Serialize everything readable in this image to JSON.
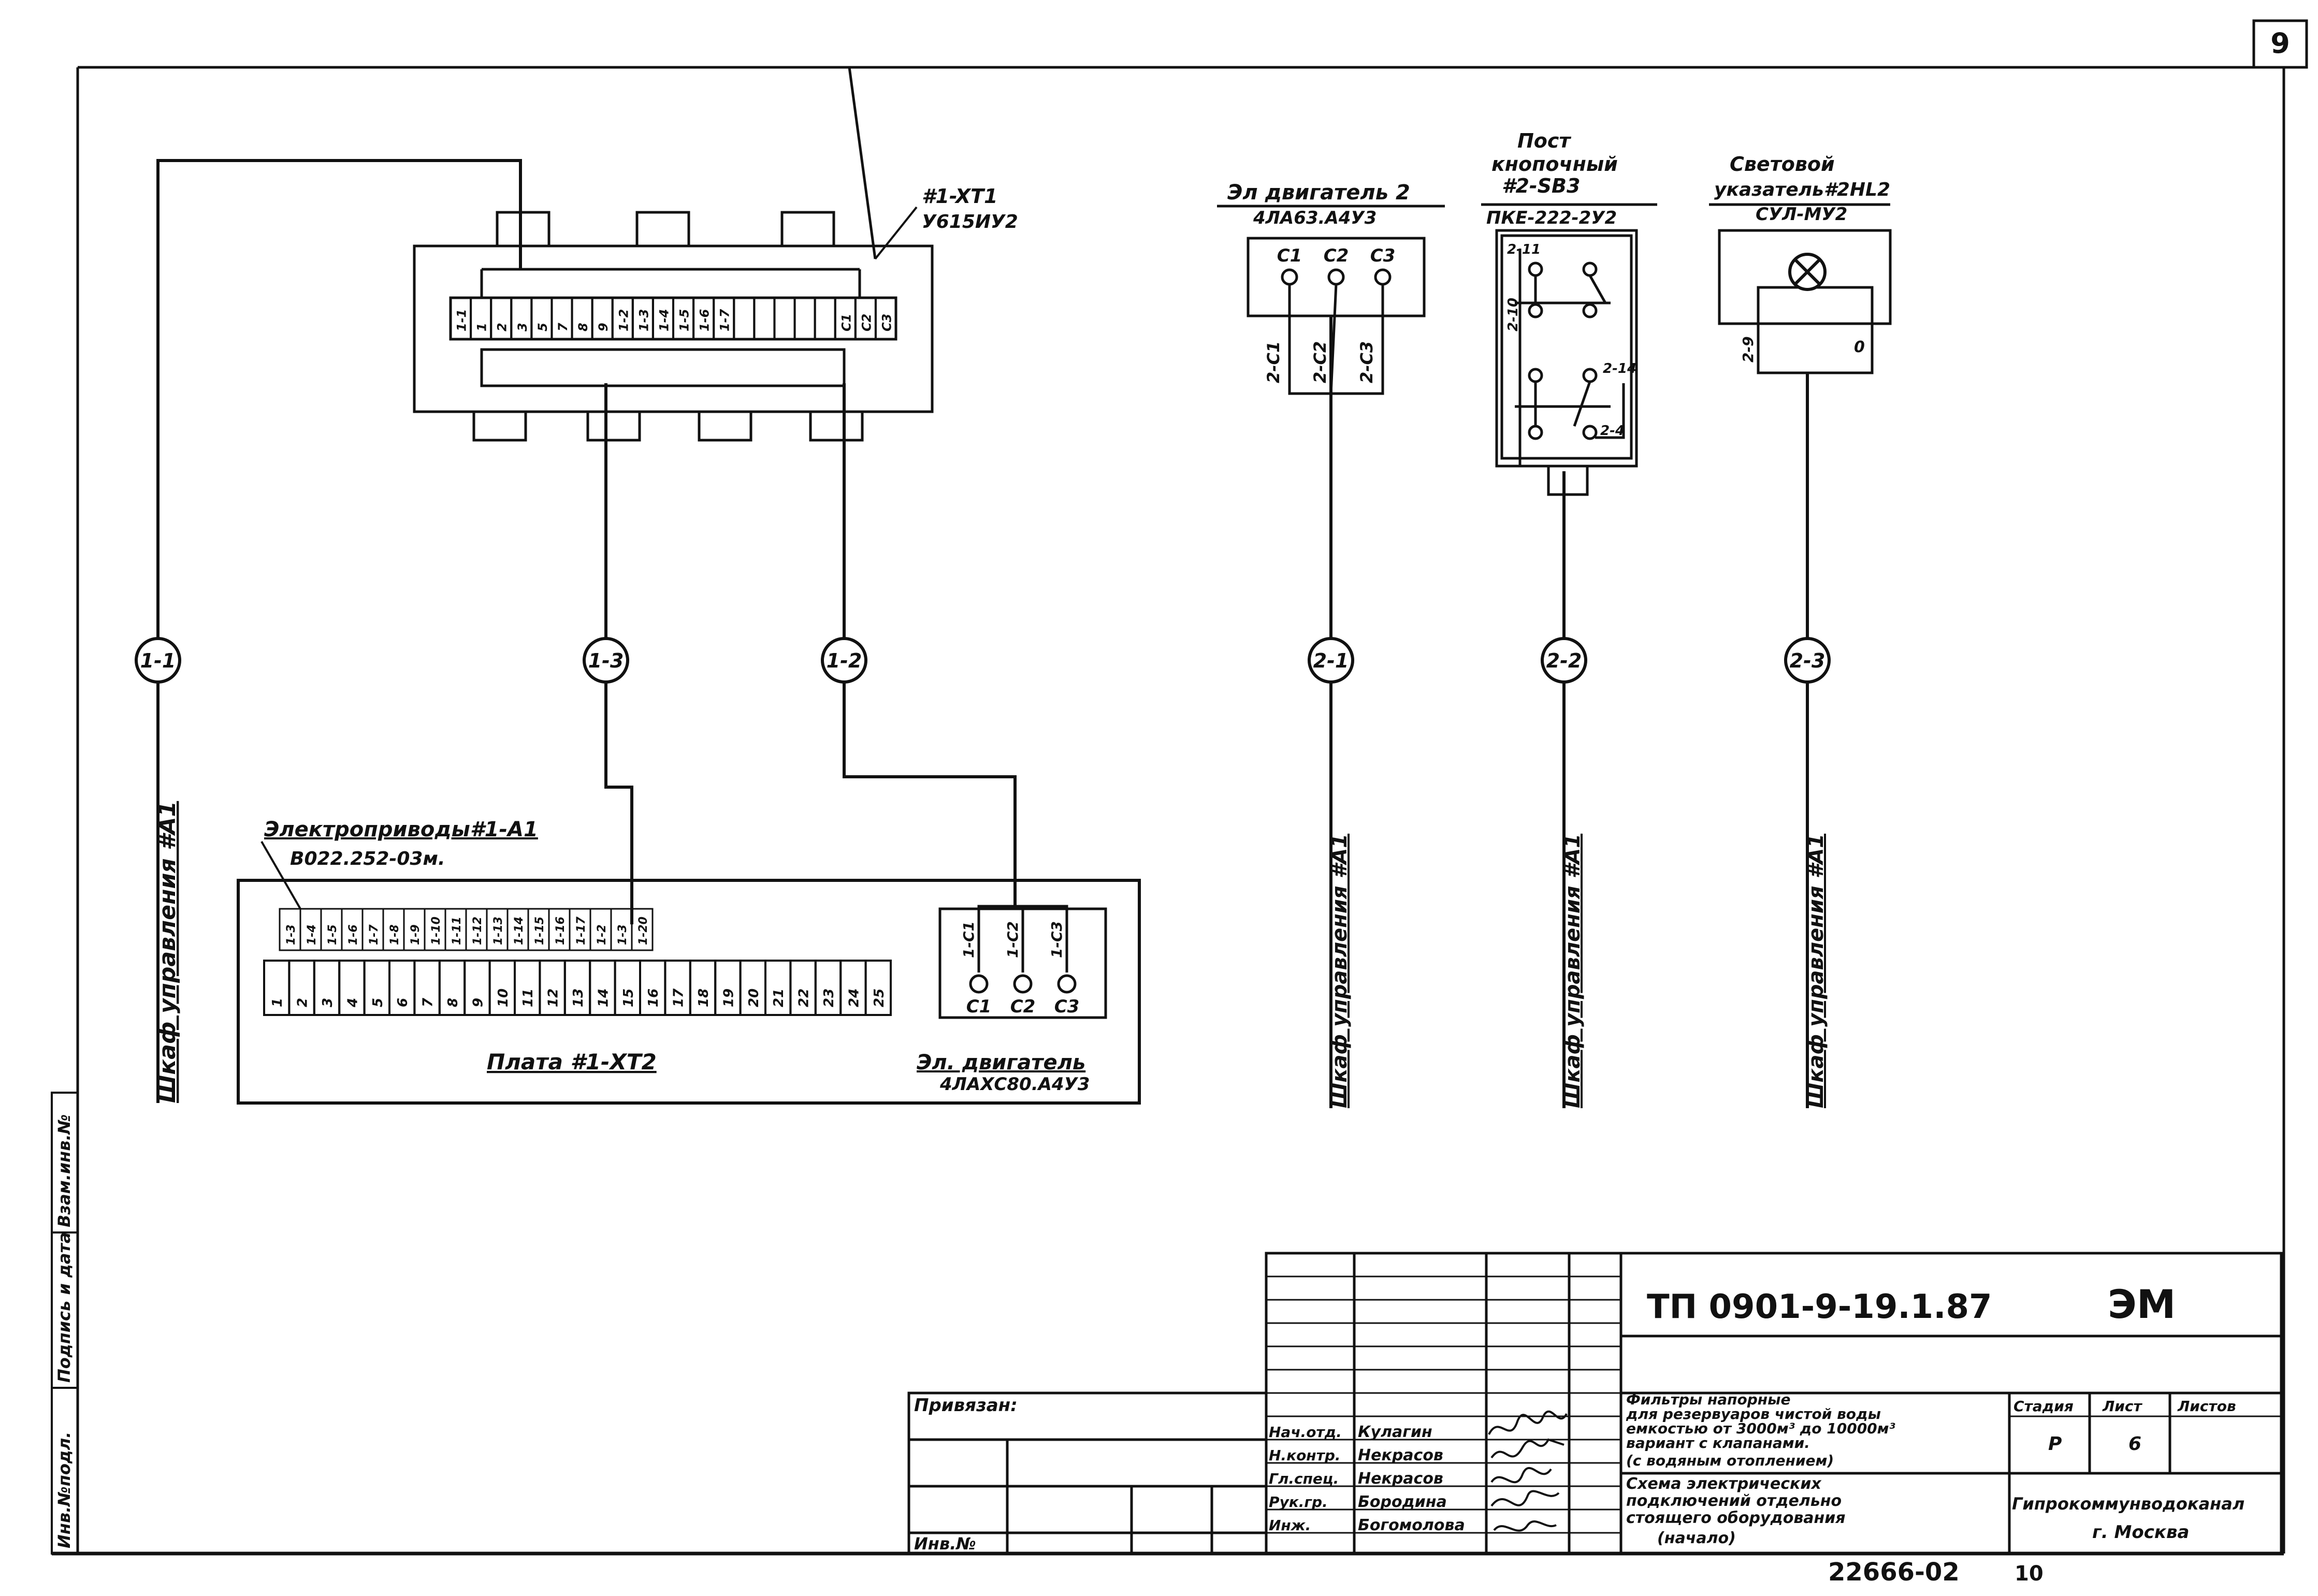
{
  "sheet": {
    "number": "9",
    "code": "ТП 0901-9-19.1.87",
    "mark": "ЭМ",
    "archive_number": "22666-02",
    "archive_page": "10"
  },
  "left_strip": {
    "col1": "Инв.№подл.",
    "col2": "Подпись и дата",
    "col3": "Взам.инв.№"
  },
  "xt1": {
    "name": "#1-XT1",
    "type": "У615ИУ2",
    "terminals": [
      "1-1",
      "1",
      "2",
      "3",
      "5",
      "7",
      "8",
      "9",
      "1-2",
      "1-3",
      "1-4",
      "1-5",
      "1-6",
      "1-7",
      "",
      "",
      "",
      "",
      "",
      "C1",
      "C2",
      "C3"
    ]
  },
  "motor2": {
    "title": "Эл двигатель 2",
    "type": "4ЛА63.А4У3",
    "terminals": [
      "С1",
      "С2",
      "С3"
    ],
    "wires": [
      "2-С1",
      "2-С2",
      "2-С3"
    ]
  },
  "post": {
    "title_line1": "Пост",
    "title_line2": "кнопочный",
    "title_line3": "#2-SB3",
    "type": "ПКЕ-222-2У2",
    "contacts": [
      "2-11",
      "2-10",
      "2-14",
      "2-4"
    ]
  },
  "indicator": {
    "title_line1": "Световой",
    "title_line2": "указатель#2HL2",
    "type": "СУЛ-МУ2",
    "wires": [
      "2-9",
      "0"
    ]
  },
  "cables": [
    {
      "label": "1-1",
      "destination": "Шкаф управления #А1"
    },
    {
      "label": "1-3",
      "destination": ""
    },
    {
      "label": "1-2",
      "destination": ""
    },
    {
      "label": "2-1",
      "destination": "Шкаф управления #А1"
    },
    {
      "label": "2-2",
      "destination": "Шкаф управления #А1"
    },
    {
      "label": "2-3",
      "destination": "Шкаф управления #А1"
    }
  ],
  "drive": {
    "title": "Электроприводы#1-А1",
    "type": "В022.252-03м.",
    "wire_labels": [
      "1-3",
      "1-4",
      "1-5",
      "1-6",
      "1-7",
      "1-8",
      "1-9",
      "1-10",
      "1-11",
      "1-12",
      "1-13",
      "1-14",
      "1-15",
      "1-16",
      "1-17",
      "1-2",
      "1-3",
      "1-20"
    ],
    "terminals": [
      "1",
      "2",
      "3",
      "4",
      "5",
      "6",
      "7",
      "8",
      "9",
      "10",
      "11",
      "12",
      "13",
      "14",
      "15",
      "16",
      "17",
      "18",
      "19",
      "20",
      "21",
      "22",
      "23",
      "24",
      "25"
    ],
    "plate_label": "Плата #1-XT2"
  },
  "motor1": {
    "title": "Эл. двигатель",
    "type": "4ЛАХС80.А4У3",
    "terminals": [
      "С1",
      "С2",
      "С3"
    ],
    "wires": [
      "1-С1",
      "1-С2",
      "1-С3"
    ]
  },
  "title_block": {
    "binding_label": "Привязан:",
    "inv_label": "Инв.№",
    "roles": [
      "Нач.отд.",
      "Н.контр.",
      "Гл.спец.",
      "Рук.гр.",
      "Инж."
    ],
    "names": [
      "Кулагин",
      "Некрасов",
      "Некрасов",
      "Бородина",
      "Богомолова"
    ],
    "description": [
      "Фильтры напорные",
      "для резервуаров чистой воды",
      "емкостью от 3000м³ до 10000м³",
      "вариант с клапанами.",
      "(с водяным отоплением)"
    ],
    "drawing_title": [
      "Схема электрических",
      "подключений отдельно",
      "стоящего оборудования",
      "(начало)"
    ],
    "stage_header": "Стадия",
    "sheet_header": "Лист",
    "sheets_header": "Листов",
    "stage": "Р",
    "sheet": "6",
    "sheets": "",
    "org_line1": "Гипрокоммунводоканал",
    "org_line2": "г. Москва"
  }
}
